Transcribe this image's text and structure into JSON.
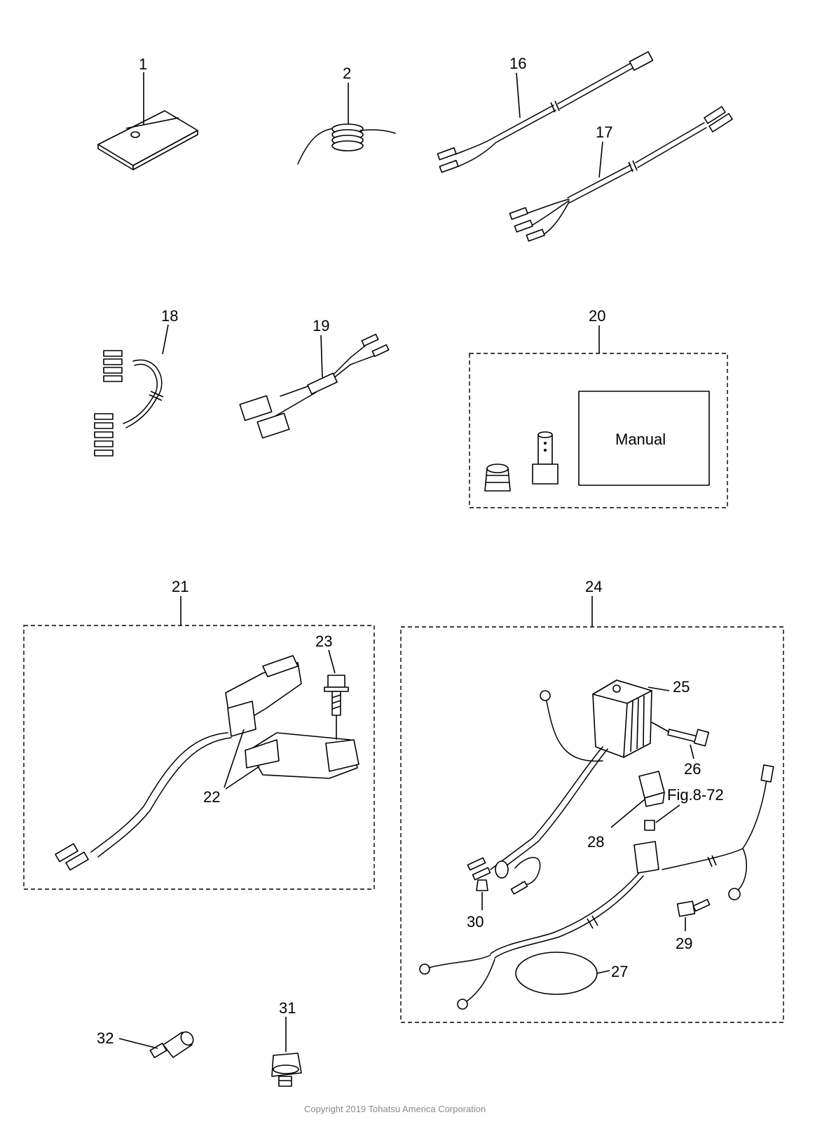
{
  "callouts": {
    "c1": "1",
    "c2": "2",
    "c16": "16",
    "c17": "17",
    "c18": "18",
    "c19": "19",
    "c20": "20",
    "c21": "21",
    "c22": "22",
    "c23": "23",
    "c24": "24",
    "c25": "25",
    "c26": "26",
    "c27": "27",
    "c28": "28",
    "c29": "29",
    "c30": "30",
    "c31": "31",
    "c32": "32"
  },
  "kit20": {
    "manual_label": "Manual"
  },
  "reference": {
    "fig_ref": "Fig.8-72"
  },
  "footer": {
    "copyright": "Copyright 2019 Tohatsu America Corporation"
  }
}
